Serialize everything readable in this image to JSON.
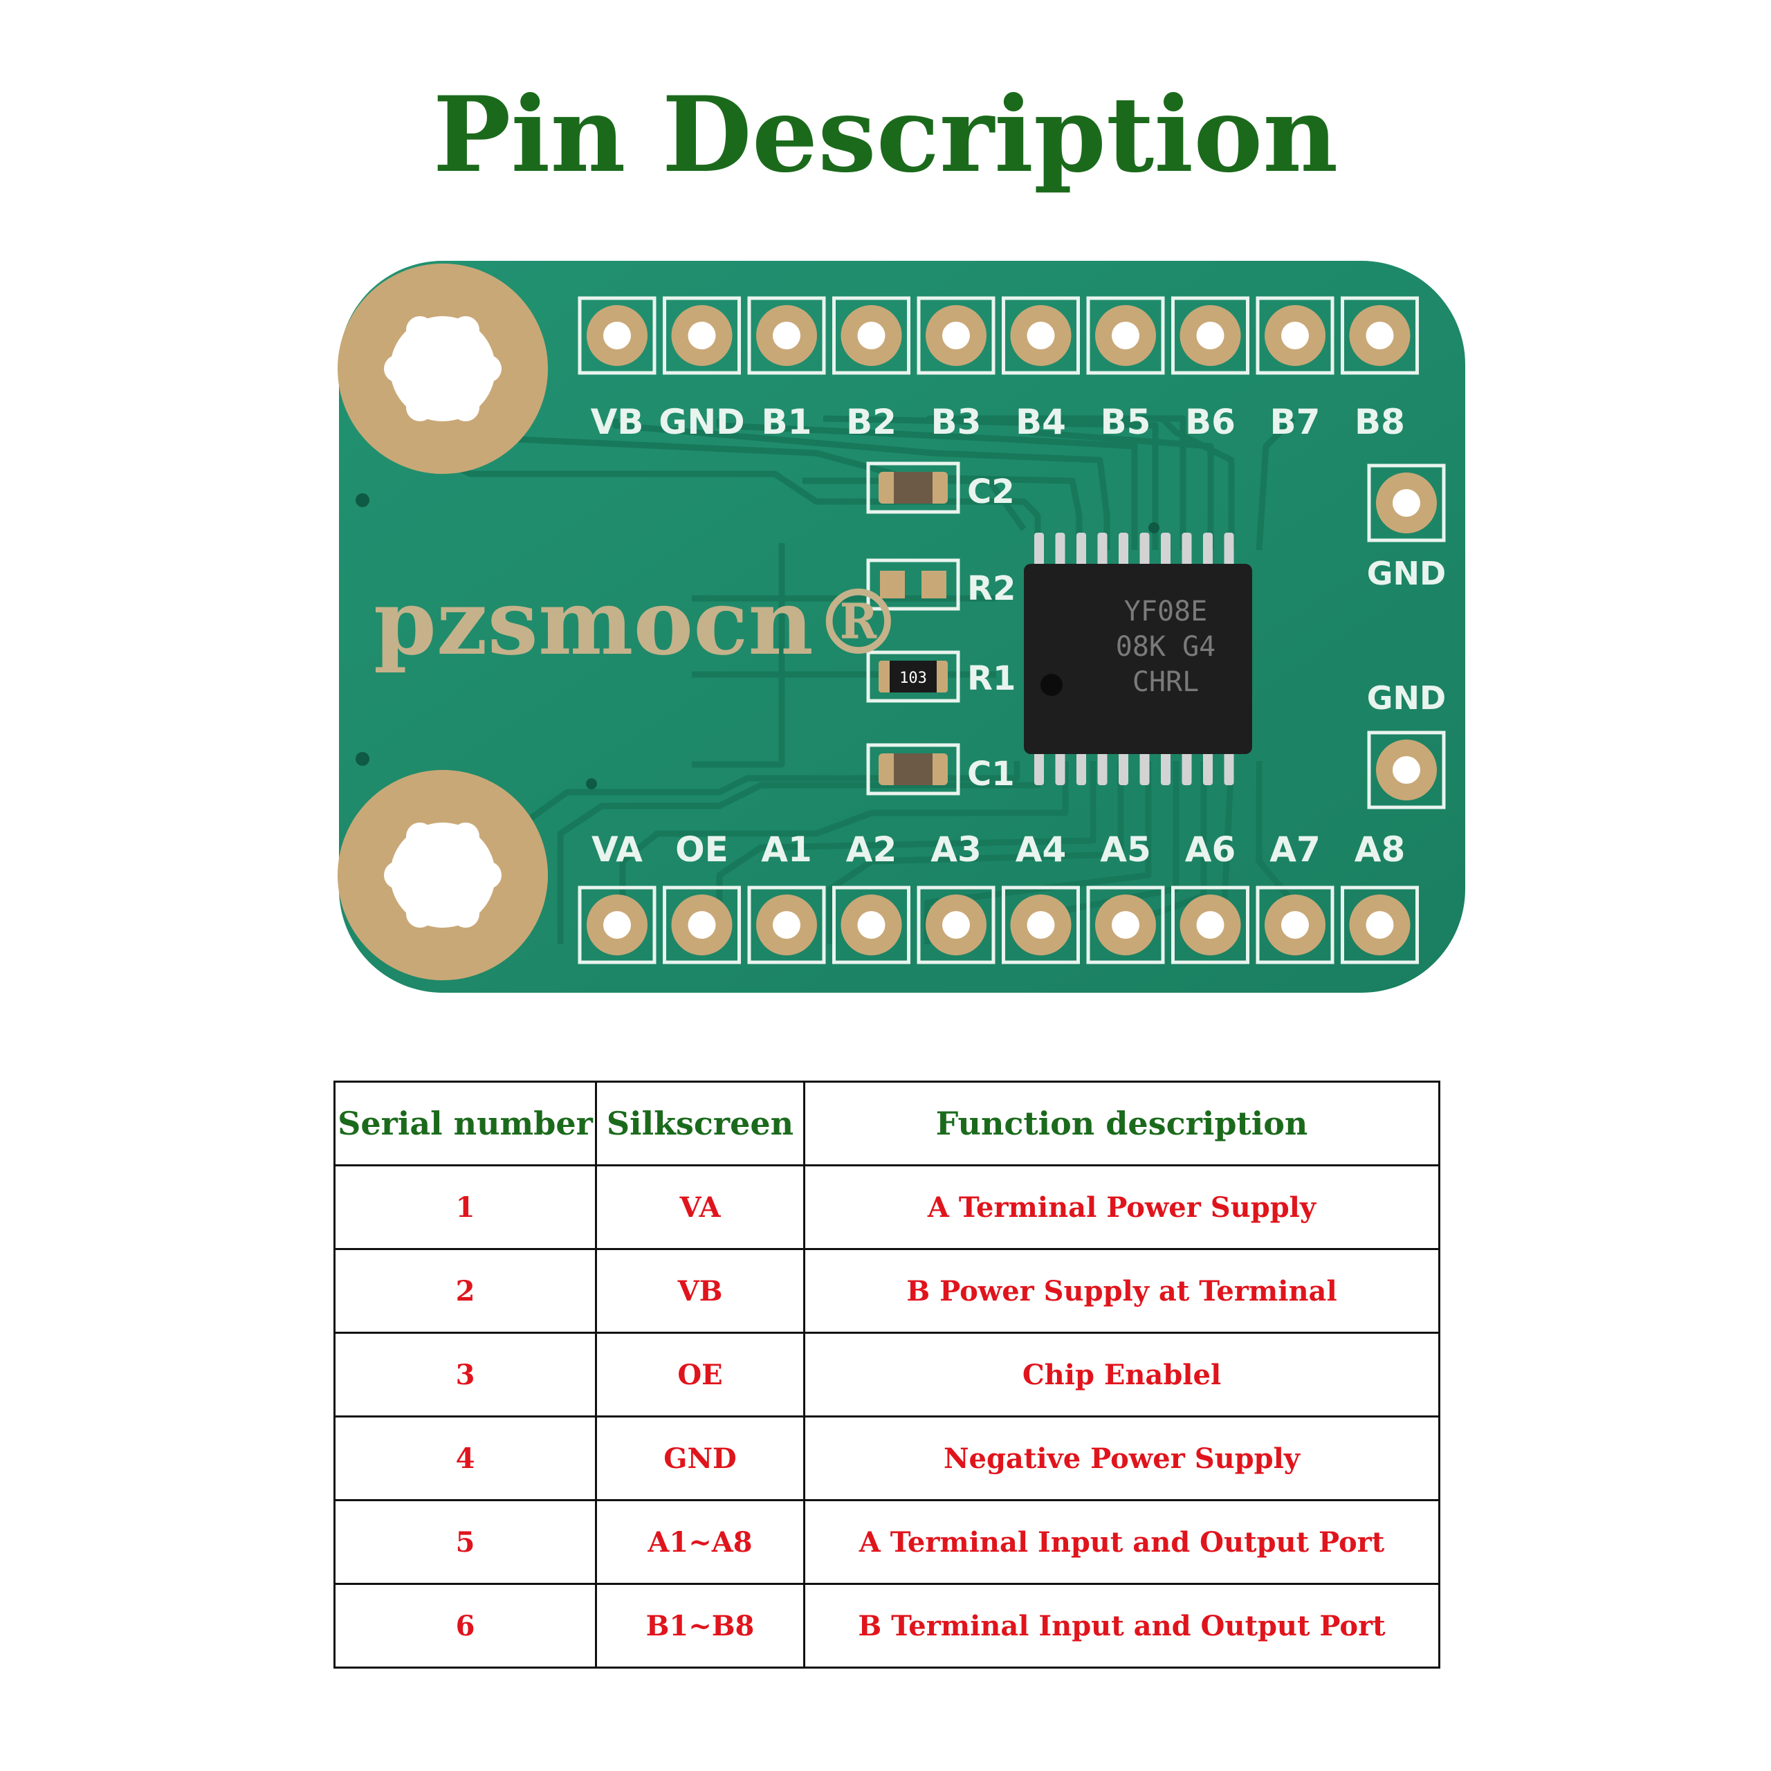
{
  "title": "Pin Description",
  "colors": {
    "title": "#1b6a1c",
    "pcb": "#1f8a68",
    "pad": "#c9a877",
    "silkscreen": "#e9f4ee",
    "table_header": "#1b6a1c",
    "table_body": "#e0141c"
  },
  "board": {
    "brand": "pzsmocn®",
    "top_pins": [
      "VB",
      "GND",
      "B1",
      "B2",
      "B3",
      "B4",
      "B5",
      "B6",
      "B7",
      "B8"
    ],
    "bottom_pins": [
      "VA",
      "OE",
      "A1",
      "A2",
      "A3",
      "A4",
      "A5",
      "A6",
      "A7",
      "A8"
    ],
    "side_pins": [
      "GND",
      "GND"
    ],
    "components": [
      "C2",
      "R2",
      "R1",
      "C1"
    ],
    "resistor_marking": "103",
    "chip_marking": [
      "YF08E",
      "08K G4",
      "CHRL"
    ]
  },
  "table": {
    "headers": [
      "Serial number",
      "Silkscreen",
      "Function description"
    ],
    "rows": [
      [
        "1",
        "VA",
        "A Terminal Power Supply"
      ],
      [
        "2",
        "VB",
        "B Power Supply at Terminal"
      ],
      [
        "3",
        "OE",
        "Chip Enablel"
      ],
      [
        "4",
        "GND",
        "Negative Power Supply"
      ],
      [
        "5",
        "A1~A8",
        "A Terminal Input and Output Port"
      ],
      [
        "6",
        "B1~B8",
        "B Terminal Input and Output Port"
      ]
    ]
  }
}
